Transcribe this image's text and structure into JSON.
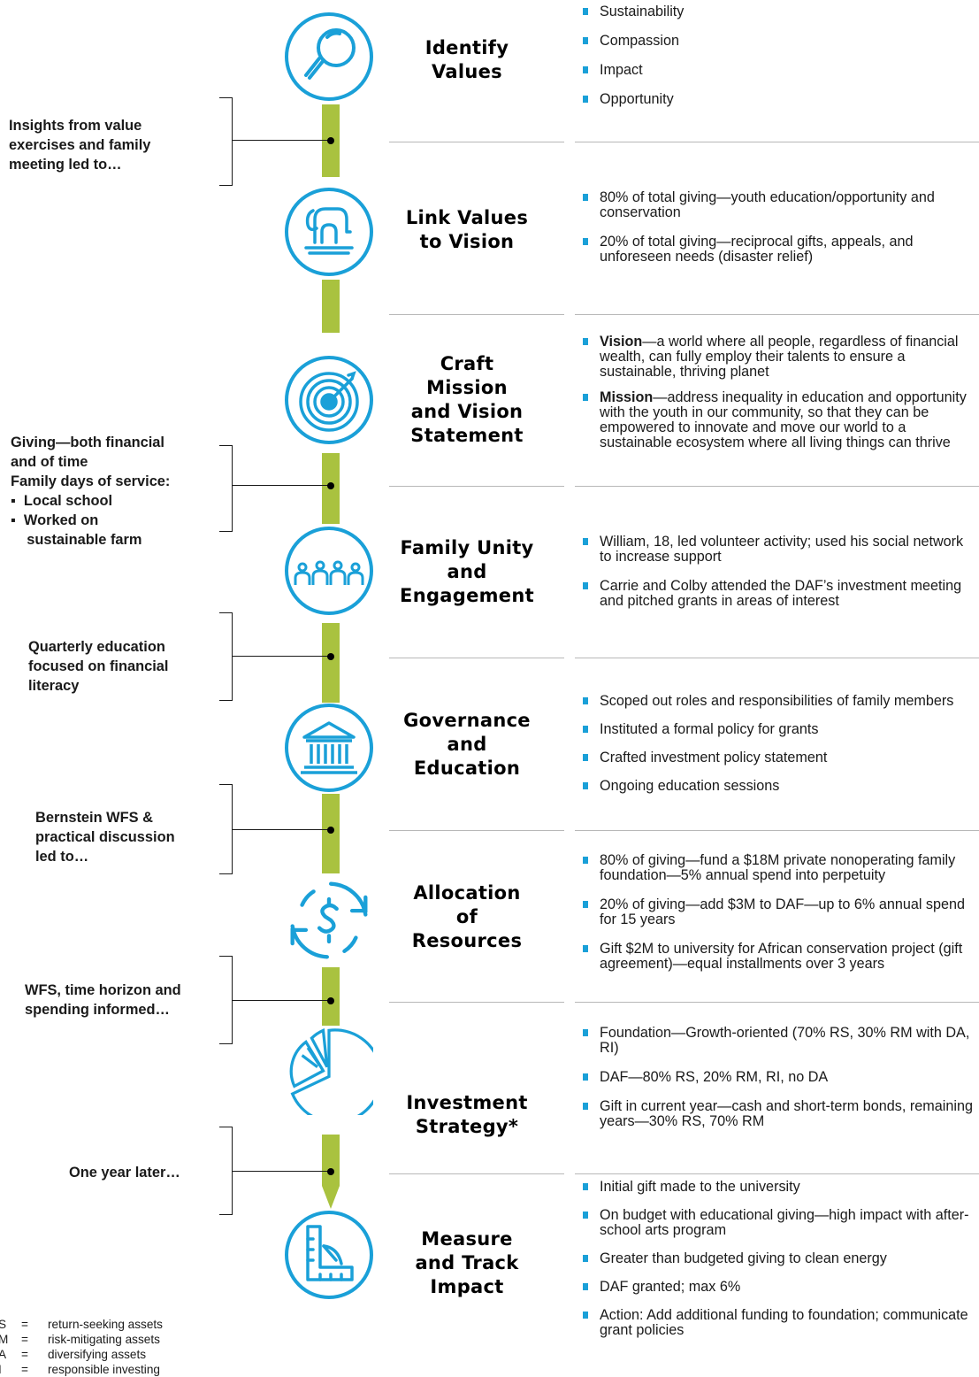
{
  "stages": [
    {
      "icon": "magnifier-icon",
      "title": "Identify\nValues",
      "bullets": [
        {
          "bold": "",
          "text": "Sustainability"
        },
        {
          "bold": "",
          "text": "Compassion"
        },
        {
          "bold": "",
          "text": "Impact"
        },
        {
          "bold": "",
          "text": "Opportunity"
        }
      ]
    },
    {
      "icon": "elephant-icon",
      "title": "Link Values\nto Vision",
      "bullets": [
        {
          "bold": "",
          "text": "80% of total giving—youth education/opportunity and conservation"
        },
        {
          "bold": "",
          "text": "20% of total giving—reciprocal gifts, appeals, and unforeseen needs (disaster relief)"
        }
      ]
    },
    {
      "icon": "target-icon",
      "title": "Craft\nMission\nand Vision\nStatement",
      "bullets": [
        {
          "bold": "Vision",
          "text": "—a world where all people, regardless of financial wealth, can fully employ their talents to ensure a sustainable, thriving planet"
        },
        {
          "bold": "Mission",
          "text": "—address inequality in education and opportunity with the youth in our community, so that they can be empowered to innovate and move our world to a sustainable ecosystem where all living things can thrive"
        }
      ]
    },
    {
      "icon": "people-group-icon",
      "title": "Family Unity\nand\nEngagement",
      "bullets": [
        {
          "bold": "",
          "text": "William, 18, led volunteer activity; used his social network to increase support"
        },
        {
          "bold": "",
          "text": "Carrie and Colby attended the DAF’s investment meeting and pitched grants in areas of interest"
        }
      ]
    },
    {
      "icon": "institution-building-icon",
      "title": "Governance\nand\nEducation",
      "bullets": [
        {
          "bold": "",
          "text": "Scoped out roles and responsibilities of family members"
        },
        {
          "bold": "",
          "text": "Instituted a formal policy for grants"
        },
        {
          "bold": "",
          "text": "Crafted investment policy statement"
        },
        {
          "bold": "",
          "text": "Ongoing education sessions"
        }
      ]
    },
    {
      "icon": "dollar-cycle-icon",
      "title": "Allocation\nof\nResources",
      "bullets": [
        {
          "bold": "",
          "text": "80% of giving—fund a $18M private nonoperating family foundation—5% annual spend into perpetuity"
        },
        {
          "bold": "",
          "text": "20% of giving—add $3M to DAF—up to 6% annual spend for 15 years"
        },
        {
          "bold": "",
          "text": "Gift $2M to university for African conservation project (gift agreement)—equal installments over 3 years"
        }
      ]
    },
    {
      "icon": "pie-chart-icon",
      "title": "Investment\nStrategy*",
      "bullets": [
        {
          "bold": "",
          "text": "Foundation—Growth-oriented (70% RS, 30% RM with DA, RI)"
        },
        {
          "bold": "",
          "text": "DAF—80% RS, 20% RM, RI, no DA"
        },
        {
          "bold": "",
          "text": "Gift in current year—cash and short-term bonds, remaining years—30% RS, 70% RM"
        }
      ]
    },
    {
      "icon": "measuring-square-icon",
      "title": "Measure\nand Track\nImpact",
      "bullets": [
        {
          "bold": "",
          "text": "Initial gift made to the university"
        },
        {
          "bold": "",
          "text": "On budget with educational giving—high impact with after-school arts program"
        },
        {
          "bold": "",
          "text": "Greater than budgeted giving to clean energy"
        },
        {
          "bold": "",
          "text": "DAF granted; max 6%"
        },
        {
          "bold": "",
          "text": "Action: Add additional funding to foundation; communicate grant policies"
        }
      ]
    }
  ],
  "notes": [
    {
      "lines": [
        "Insights from value",
        "exercises and family",
        "meeting led to…"
      ]
    },
    {
      "lines": [
        "Giving—both financial",
        "and of time",
        "Family days of service:",
        "▪  Local school",
        "▪  Worked on",
        "    sustainable farm"
      ]
    },
    {
      "lines": [
        "Quarterly education",
        "focused on financial",
        "literacy"
      ]
    },
    {
      "lines": [
        "Bernstein WFS &",
        "practical discussion",
        "led to…"
      ]
    },
    {
      "lines": [
        "WFS, time horizon and",
        "spending informed…"
      ]
    },
    {
      "lines": [
        "One year later…"
      ]
    }
  ],
  "legend": [
    {
      "abbr": "S",
      "eq": "=",
      "desc": "return-seeking assets"
    },
    {
      "abbr": "M",
      "eq": "=",
      "desc": "risk-mitigating assets"
    },
    {
      "abbr": "A",
      "eq": "=",
      "desc": "diversifying assets"
    },
    {
      "abbr": "I",
      "eq": "=",
      "desc": "responsible investing"
    }
  ],
  "colors": {
    "accent_blue": "#1aa0d8",
    "stem_green": "#a9c23f",
    "rule_gray": "#b8b8b8"
  }
}
